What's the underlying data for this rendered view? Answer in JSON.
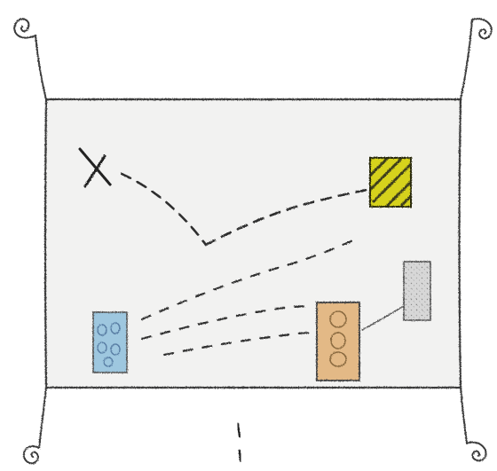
{
  "drawing": {
    "kind": "hand-drawn crayon treasure map sketch",
    "paper_color": "#ffffff",
    "map_fill_color": "#f1f1ef",
    "outline_color": "#3a3a3a",
    "path_color": "#2f2f2f",
    "markers": {
      "start": {
        "symbol": "x-mark-icon",
        "color": "#222222"
      },
      "yellow_tile": {
        "symbol": "striped-yellow-square",
        "color": "#d6d21e",
        "stripe_color": "#3d3d1c"
      },
      "blue_tile": {
        "symbol": "blue-rectangle",
        "color": "#8fbfdc"
      },
      "orange_tile": {
        "symbol": "orange-rectangle",
        "color": "#e1b47a"
      },
      "gray_tile": {
        "symbol": "speckled-gray-rectangle",
        "color": "#d7d7d7"
      }
    }
  }
}
